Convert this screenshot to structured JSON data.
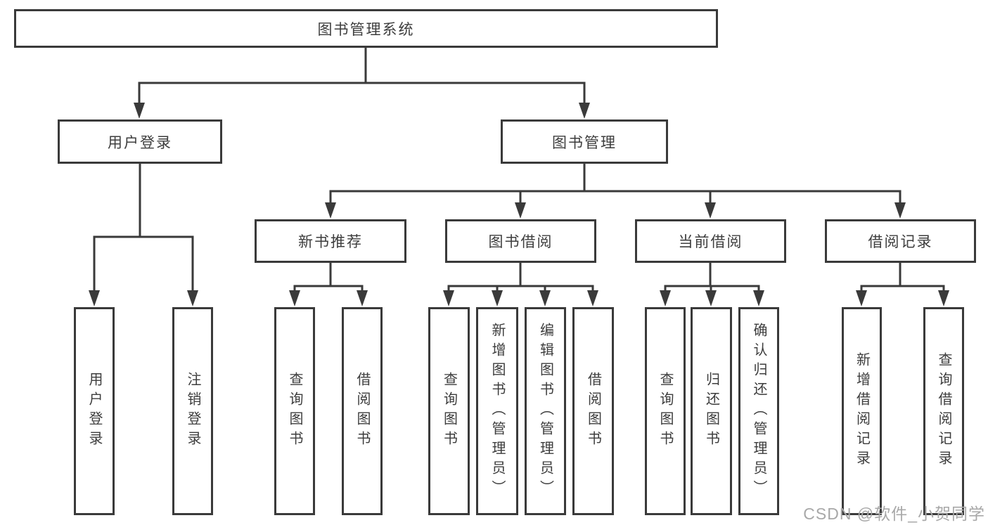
{
  "diagram": {
    "root": "图书管理系统",
    "level2": {
      "user_login": "用户登录",
      "book_mgmt": "图书管理"
    },
    "level3": {
      "new_book_rec": "新书推荐",
      "book_borrow": "图书借阅",
      "current_borrow": "当前借阅",
      "borrow_record": "借阅记录"
    },
    "leaves": {
      "user_login": [
        "用户登录",
        "注销登录"
      ],
      "new_book_rec": [
        "查询图书",
        "借阅图书"
      ],
      "book_borrow": [
        "查询图书",
        "新增图书（管理员）",
        "编辑图书（管理员）",
        "借阅图书"
      ],
      "current_borrow": [
        "查询图书",
        "归还图书",
        "确认归还（管理员）"
      ],
      "borrow_record": [
        "新增借阅记录",
        "查询借阅记录"
      ]
    }
  },
  "colors": {
    "line": "#3a3a3a",
    "text": "#3d3d3d",
    "watermark": "#a8a8a8",
    "background": "#ffffff"
  },
  "watermark": "CSDN @软件_小贺同学"
}
